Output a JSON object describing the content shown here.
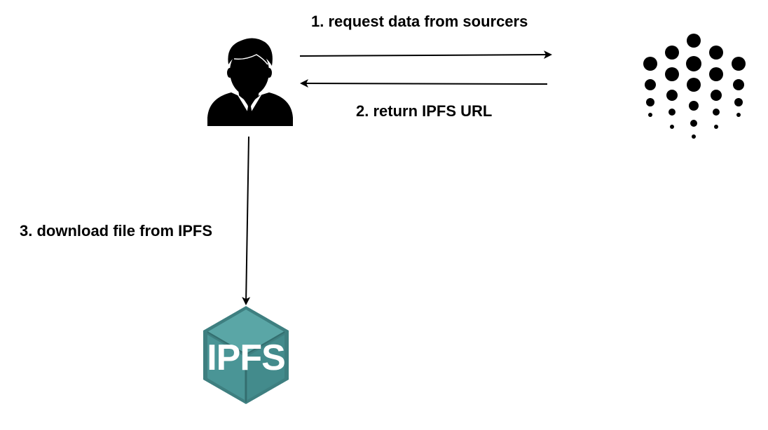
{
  "steps": [
    {
      "number": "1.",
      "label": "1. request data from sourcers",
      "direction": "user-to-sourcer"
    },
    {
      "number": "2.",
      "label": "2. return IPFS URL",
      "direction": "sourcer-to-user"
    },
    {
      "number": "3.",
      "label": "3. download file from IPFS",
      "direction": "user-to-ipfs"
    }
  ],
  "nodes": {
    "user": {
      "icon": "businessman-icon"
    },
    "sourcer": {
      "icon": "dot-grid-logo-icon"
    },
    "ipfs": {
      "icon": "ipfs-cube-icon",
      "label": "IPFS"
    }
  },
  "colors": {
    "arrow": "#000000",
    "ipfs_dark": "#3e7f80",
    "ipfs_mid": "#4a9596",
    "ipfs_light": "#5aa6a6",
    "ipfs_text": "#ffffff"
  }
}
